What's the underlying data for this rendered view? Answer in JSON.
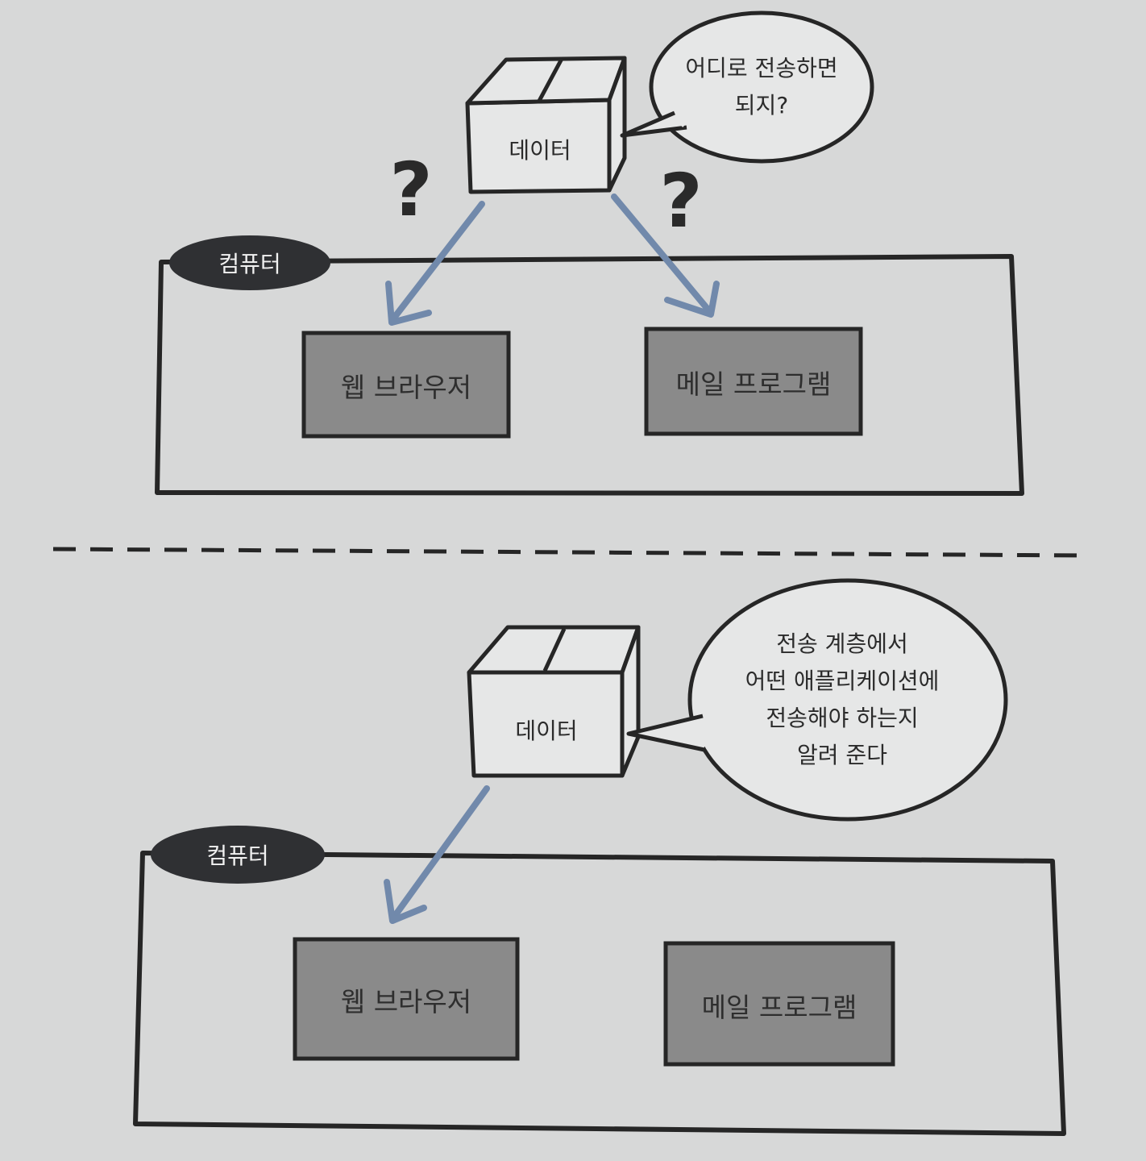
{
  "top": {
    "data_box": "데이터",
    "bubble": [
      "어디로 전송하면",
      "되지?"
    ],
    "question_marks": [
      "?",
      "?"
    ],
    "computer_label": "컴퓨터",
    "app_left": "웹 브라우저",
    "app_right": "메일 프로그램"
  },
  "bottom": {
    "data_box": "데이터",
    "bubble": [
      "전송 계층에서",
      "어떤 애플리케이션에",
      "전송해야 하는지",
      "알려 준다"
    ],
    "computer_label": "컴퓨터",
    "app_left": "웹 브라우저",
    "app_right": "메일 프로그램"
  },
  "colors": {
    "background": "#d7d8d8",
    "box_fill": "#e6e7e7",
    "app_fill": "#8a8a8a",
    "label_pill": "#2f3033",
    "arrow": "#7189ab",
    "stroke": "#262626"
  }
}
